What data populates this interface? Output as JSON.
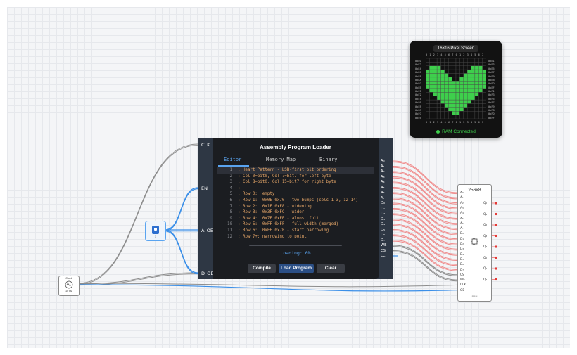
{
  "screen": {
    "title": "16×16 Pixel Screen",
    "col_header": "0 1 2 3 4 5 6 7 0 1 2 3 4 5 6 7",
    "row_labels_left": [
      "0xE0",
      "0xE2",
      "0xE4",
      "0xE6",
      "0xE8",
      "0xEA",
      "0xEC",
      "0xEE",
      "0xF0",
      "0xF2",
      "0xF4",
      "0xF6",
      "0xF8",
      "0xFA",
      "0xFC",
      "0xFE"
    ],
    "row_labels_right": [
      "0xE1",
      "0xE3",
      "0xE5",
      "0xE7",
      "0xE9",
      "0xEB",
      "0xED",
      "0xEF",
      "0xF1",
      "0xF3",
      "0xF5",
      "0xF7",
      "0xF9",
      "0xFB",
      "0xFD",
      "0xFF"
    ],
    "pixel_rows": [
      "0000000000000000",
      "0000000000000000",
      "0111000000001110",
      "1111100000011111",
      "1111110000111111",
      "1111111001111111",
      "1111111111111111",
      "1111111111111111",
      "0111111111111110",
      "0011111111111100",
      "0001111111111000",
      "0000111111110000",
      "0000011111100000",
      "0000001111000000",
      "0000000110000000",
      "0000000000000000"
    ],
    "status": "RAM Connected",
    "on_color": "#3ecf4c",
    "off_color": "#111111"
  },
  "loader": {
    "title": "Assembly Program Loader",
    "tabs": [
      "Editor",
      "Memory Map",
      "Binary"
    ],
    "active_tab": "Editor",
    "left_pins": [
      "CLK",
      "EN",
      "A_OE",
      "D_OE"
    ],
    "right_pins": [
      "A₀",
      "A₁",
      "A₂",
      "A₃",
      "A₄",
      "A₅",
      "A₆",
      "A₇",
      "D₀",
      "D₁",
      "D₂",
      "D₃",
      "D₄",
      "D₅",
      "D₆",
      "D₇",
      "WE",
      "CS",
      "LC"
    ],
    "code": [
      {
        "n": "1",
        "t": "; Heart Pattern - LSB-first bit ordering"
      },
      {
        "n": "2",
        "t": "; Col 0=bit0, Col 7=bit7 for left byte"
      },
      {
        "n": "3",
        "t": "; Col 8=bit0, Col 15=bit7 for right byte"
      },
      {
        "n": "4",
        "t": ";"
      },
      {
        "n": "5",
        "t": "; Row 0:  empty"
      },
      {
        "n": "6",
        "t": "; Row 1:  0x0E 0x70 - two bumps (cols 1-3, 12-14)"
      },
      {
        "n": "7",
        "t": "; Row 2:  0x1F 0xF8 - widening"
      },
      {
        "n": "8",
        "t": "; Row 3:  0x3F 0xFC - wider"
      },
      {
        "n": "9",
        "t": "; Row 4:  0x7F 0xFE - almost full"
      },
      {
        "n": "10",
        "t": "; Row 5:  0xFF 0xFF - full width (merged)"
      },
      {
        "n": "11",
        "t": "; Row 6:  0xFE 0x7F - start narrowing"
      },
      {
        "n": "12",
        "t": "; Row 7+: narrowing to point"
      }
    ],
    "loading_text": "Loading: 0%",
    "progress": 0,
    "buttons": {
      "compile": "Compile",
      "load": "Load Program",
      "clear": "Clear"
    }
  },
  "ram": {
    "title": "256×8",
    "in_pins": [
      "A₀",
      "A₁",
      "A₂",
      "A₃",
      "A₄",
      "A₅",
      "A₆",
      "A₇",
      "D₀",
      "D₁",
      "D₂",
      "D₃",
      "D₄",
      "D₅",
      "D₆",
      "D₇",
      "CS",
      "WE",
      "CLK",
      "OE"
    ],
    "out_pins": [
      "Q₀",
      "Q₁",
      "Q₂",
      "Q₃",
      "Q₄",
      "Q₅",
      "Q₆",
      "Q₇"
    ],
    "footer": "RAM"
  },
  "clock": {
    "title": "Clock",
    "freq": "10 Hz"
  },
  "enable_button": {
    "label": "1"
  },
  "colors": {
    "wire_gray": "#8c8c8c",
    "wire_blue": "#3b8fe8",
    "wire_red": "#f08a8a",
    "pin_red": "#e53935"
  }
}
